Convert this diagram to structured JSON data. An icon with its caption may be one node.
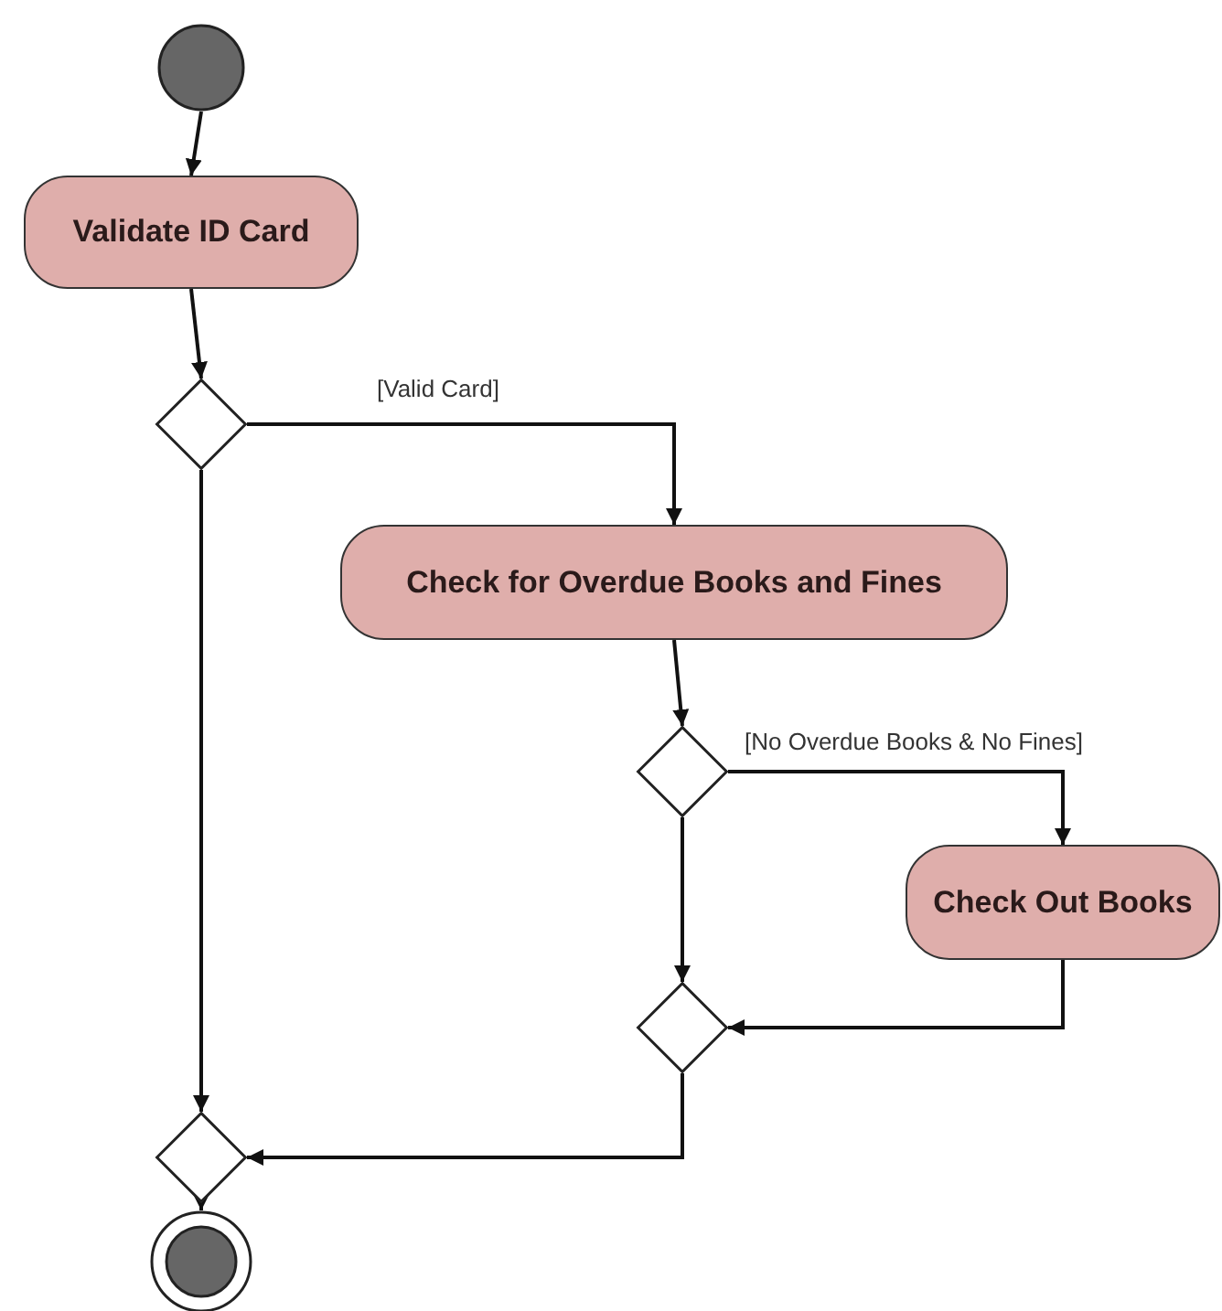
{
  "diagram": {
    "nodes": [
      {
        "text": [],
        "shape": "circle"
      },
      {
        "text": [
          "Validate ID Card"
        ]
      },
      {
        "text": [],
        "shape": "diamond"
      },
      {
        "text": [
          "Check for Overdue Books and Fines"
        ]
      },
      {
        "text": [],
        "shape": "diamond"
      },
      {
        "text": [
          "Check Out Books"
        ]
      },
      {
        "text": [],
        "shape": "diamond"
      },
      {
        "text": [],
        "shape": "diamond"
      },
      {
        "text": [],
        "shape": "bullseye"
      }
    ],
    "edges": [
      {
        "from": 0,
        "to": 1,
        "arrow": "to"
      },
      {
        "from": 1,
        "to": 2,
        "arrow": "to"
      },
      {
        "from": 2,
        "to": 3,
        "arrow": "to",
        "label": "[Valid Card]"
      },
      {
        "from": 2,
        "to": 7,
        "arrow": "to"
      },
      {
        "from": 3,
        "to": 4,
        "arrow": "to"
      },
      {
        "from": 4,
        "to": 5,
        "arrow": "to",
        "label": "[No Overdue Books & No Fines]"
      },
      {
        "from": 4,
        "to": 6,
        "arrow": "to"
      },
      {
        "from": 5,
        "to": 6,
        "arrow": "to"
      },
      {
        "from": 6,
        "to": 7,
        "arrow": "to"
      },
      {
        "from": 7,
        "to": 8,
        "arrow": "to"
      }
    ]
  }
}
